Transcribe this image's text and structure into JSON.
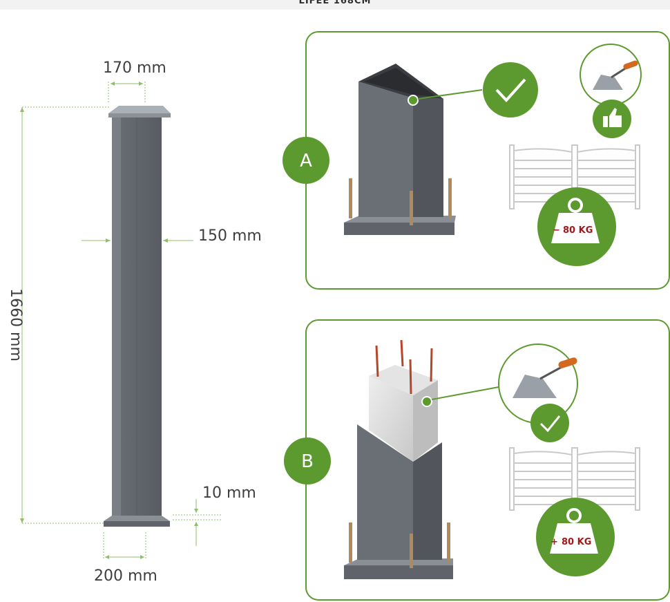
{
  "header": {
    "title": "LIFEE 168CM"
  },
  "dimensions": {
    "top_width": "170 mm",
    "body_width": "150 mm",
    "height": "1660 mm",
    "plate_thickness": "10 mm",
    "plate_width": "200 mm"
  },
  "panels": [
    {
      "label": "A",
      "weight": "80 KG",
      "weight_sign": "−"
    },
    {
      "label": "B",
      "weight": "80 KG",
      "weight_sign": "+"
    }
  ],
  "colors": {
    "accent_green": "#5c9a2f",
    "post_gray": "#6b7077",
    "weight_red": "#a01818"
  }
}
